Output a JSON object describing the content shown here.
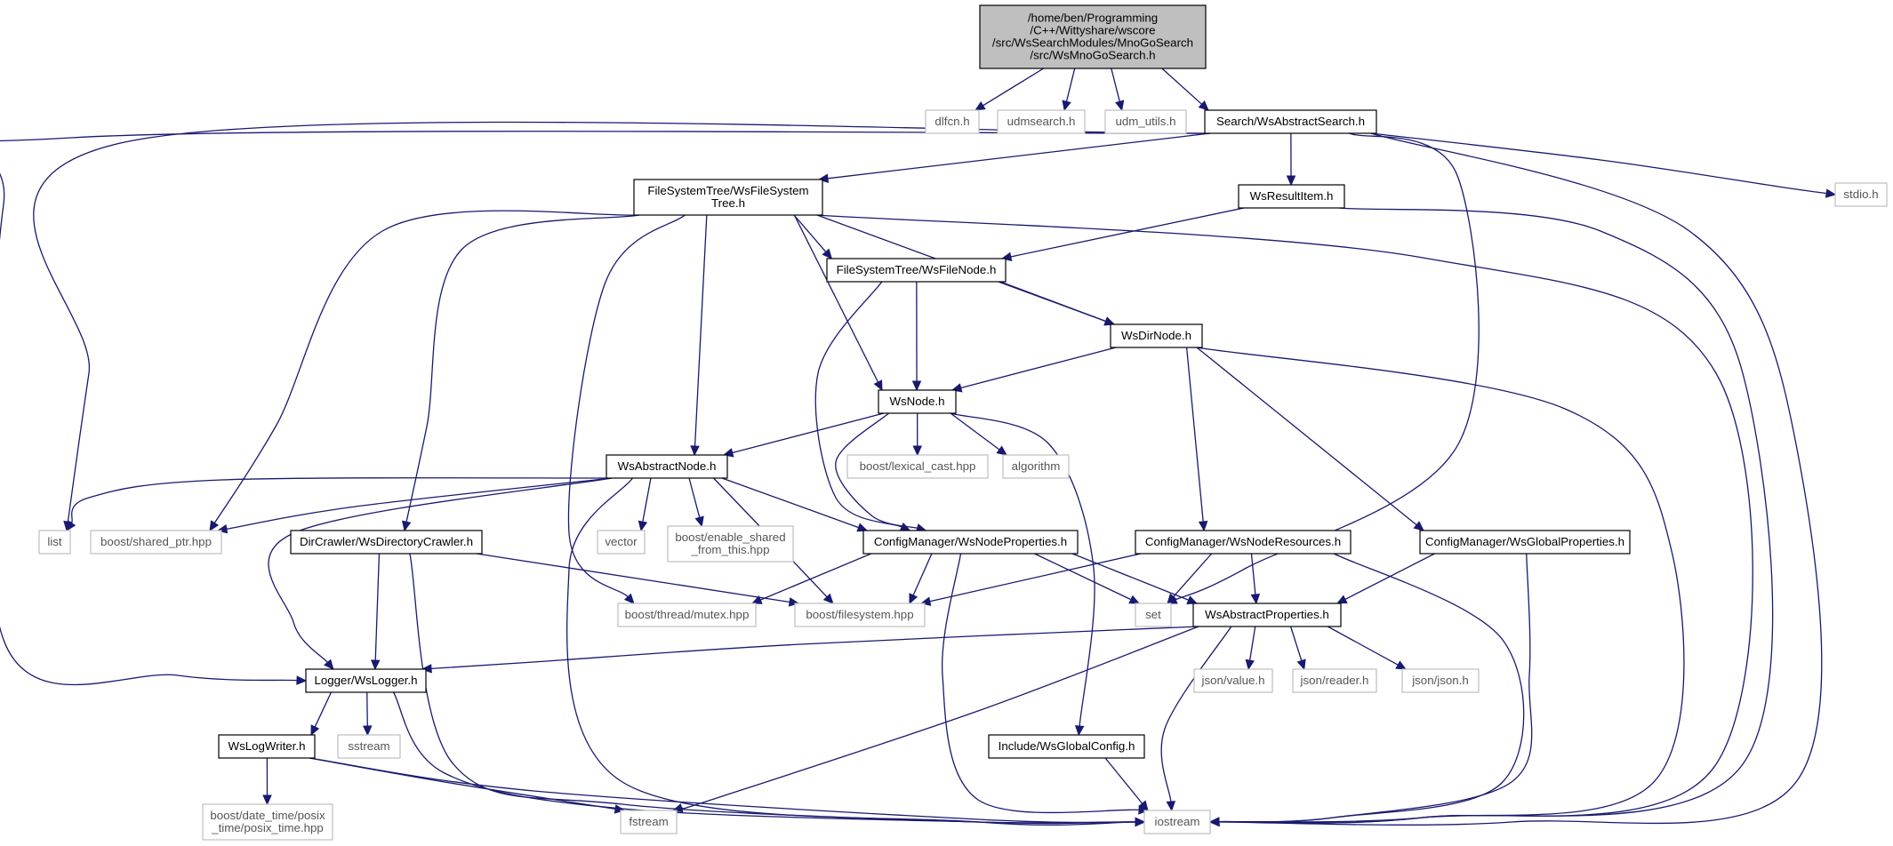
{
  "diagram": {
    "type": "include-dependency-graph",
    "colors": {
      "edge": "#191970",
      "main_fill": "#bfbfbf",
      "ext_border": "#bfbfbf",
      "doc_border": "#000000"
    },
    "nodes": [
      {
        "id": "root",
        "kind": "main",
        "lines": [
          "/home/ben/Programming",
          "/C++/Wittyshare/wscore",
          "/src/WsSearchModules/MnoGoSearch",
          "/src/WsMnoGoSearch.h"
        ]
      },
      {
        "id": "dlfcn",
        "kind": "ext",
        "lines": [
          "dlfcn.h"
        ]
      },
      {
        "id": "udmsearch",
        "kind": "ext",
        "lines": [
          "udmsearch.h"
        ]
      },
      {
        "id": "udm_utils",
        "kind": "ext",
        "lines": [
          "udm_utils.h"
        ]
      },
      {
        "id": "abstractsearch",
        "kind": "doc",
        "lines": [
          "Search/WsAbstractSearch.h"
        ]
      },
      {
        "id": "stdio",
        "kind": "ext",
        "lines": [
          "stdio.h"
        ]
      },
      {
        "id": "fstree",
        "kind": "doc",
        "lines": [
          "FileSystemTree/WsFileSystem",
          "Tree.h"
        ]
      },
      {
        "id": "resultitem",
        "kind": "doc",
        "lines": [
          "WsResultItem.h"
        ]
      },
      {
        "id": "filenode",
        "kind": "doc",
        "lines": [
          "FileSystemTree/WsFileNode.h"
        ]
      },
      {
        "id": "dirnode",
        "kind": "doc",
        "lines": [
          "WsDirNode.h"
        ]
      },
      {
        "id": "wsnode",
        "kind": "doc",
        "lines": [
          "WsNode.h"
        ]
      },
      {
        "id": "abstractnode",
        "kind": "doc",
        "lines": [
          "WsAbstractNode.h"
        ]
      },
      {
        "id": "lexical",
        "kind": "ext",
        "lines": [
          "boost/lexical_cast.hpp"
        ]
      },
      {
        "id": "algorithm",
        "kind": "ext",
        "lines": [
          "algorithm"
        ]
      },
      {
        "id": "list",
        "kind": "ext",
        "lines": [
          "list"
        ]
      },
      {
        "id": "sharedptr",
        "kind": "ext",
        "lines": [
          "boost/shared_ptr.hpp"
        ]
      },
      {
        "id": "dircrawler",
        "kind": "doc",
        "lines": [
          "DirCrawler/WsDirectoryCrawler.h"
        ]
      },
      {
        "id": "vector",
        "kind": "ext",
        "lines": [
          "vector"
        ]
      },
      {
        "id": "enableshared",
        "kind": "ext",
        "lines": [
          "boost/enable_shared",
          "_from_this.hpp"
        ]
      },
      {
        "id": "nodeprops",
        "kind": "doc",
        "lines": [
          "ConfigManager/WsNodeProperties.h"
        ]
      },
      {
        "id": "noderes",
        "kind": "doc",
        "lines": [
          "ConfigManager/WsNodeResources.h"
        ]
      },
      {
        "id": "globalprops",
        "kind": "doc",
        "lines": [
          "ConfigManager/WsGlobalProperties.h"
        ]
      },
      {
        "id": "mutex",
        "kind": "ext",
        "lines": [
          "boost/thread/mutex.hpp"
        ]
      },
      {
        "id": "filesystem",
        "kind": "ext",
        "lines": [
          "boost/filesystem.hpp"
        ]
      },
      {
        "id": "set",
        "kind": "ext",
        "lines": [
          "set"
        ]
      },
      {
        "id": "abstractprops",
        "kind": "doc",
        "lines": [
          "WsAbstractProperties.h"
        ]
      },
      {
        "id": "logger",
        "kind": "doc",
        "lines": [
          "Logger/WsLogger.h"
        ]
      },
      {
        "id": "jsonvalue",
        "kind": "ext",
        "lines": [
          "json/value.h"
        ]
      },
      {
        "id": "jsonreader",
        "kind": "ext",
        "lines": [
          "json/reader.h"
        ]
      },
      {
        "id": "jsonjson",
        "kind": "ext",
        "lines": [
          "json/json.h"
        ]
      },
      {
        "id": "sstream",
        "kind": "ext",
        "lines": [
          "sstream"
        ]
      },
      {
        "id": "logwriter",
        "kind": "doc",
        "lines": [
          "WsLogWriter.h"
        ]
      },
      {
        "id": "globalconfig",
        "kind": "doc",
        "lines": [
          "Include/WsGlobalConfig.h"
        ]
      },
      {
        "id": "posix",
        "kind": "ext",
        "lines": [
          "boost/date_time/posix",
          "_time/posix_time.hpp"
        ]
      },
      {
        "id": "fstream",
        "kind": "ext",
        "lines": [
          "fstream"
        ]
      },
      {
        "id": "iostream",
        "kind": "ext",
        "lines": [
          "iostream"
        ]
      }
    ],
    "edges": [
      [
        "root",
        "dlfcn"
      ],
      [
        "root",
        "udmsearch"
      ],
      [
        "root",
        "udm_utils"
      ],
      [
        "root",
        "abstractsearch"
      ],
      [
        "abstractsearch",
        "stdio"
      ],
      [
        "abstractsearch",
        "fstree"
      ],
      [
        "abstractsearch",
        "resultitem"
      ],
      [
        "abstractsearch",
        "list"
      ],
      [
        "abstractsearch",
        "logger"
      ],
      [
        "abstractsearch",
        "set"
      ],
      [
        "abstractsearch",
        "iostream"
      ],
      [
        "fstree",
        "filenode"
      ],
      [
        "fstree",
        "dirnode"
      ],
      [
        "fstree",
        "wsnode"
      ],
      [
        "fstree",
        "abstractnode"
      ],
      [
        "fstree",
        "sharedptr"
      ],
      [
        "fstree",
        "dircrawler"
      ],
      [
        "fstree",
        "mutex"
      ],
      [
        "fstree",
        "iostream"
      ],
      [
        "resultitem",
        "filenode"
      ],
      [
        "resultitem",
        "iostream"
      ],
      [
        "filenode",
        "dirnode"
      ],
      [
        "filenode",
        "wsnode"
      ],
      [
        "filenode",
        "nodeprops"
      ],
      [
        "dirnode",
        "wsnode"
      ],
      [
        "dirnode",
        "noderes"
      ],
      [
        "dirnode",
        "globalprops"
      ],
      [
        "dirnode",
        "iostream"
      ],
      [
        "wsnode",
        "abstractnode"
      ],
      [
        "wsnode",
        "lexical"
      ],
      [
        "wsnode",
        "algorithm"
      ],
      [
        "wsnode",
        "nodeprops"
      ],
      [
        "wsnode",
        "globalconfig"
      ],
      [
        "abstractnode",
        "list"
      ],
      [
        "abstractnode",
        "sharedptr"
      ],
      [
        "abstractnode",
        "vector"
      ],
      [
        "abstractnode",
        "enableshared"
      ],
      [
        "abstractnode",
        "nodeprops"
      ],
      [
        "abstractnode",
        "filesystem"
      ],
      [
        "abstractnode",
        "logger"
      ],
      [
        "abstractnode",
        "iostream"
      ],
      [
        "dircrawler",
        "filesystem"
      ],
      [
        "dircrawler",
        "logger"
      ],
      [
        "dircrawler",
        "iostream"
      ],
      [
        "nodeprops",
        "mutex"
      ],
      [
        "nodeprops",
        "filesystem"
      ],
      [
        "nodeprops",
        "set"
      ],
      [
        "nodeprops",
        "abstractprops"
      ],
      [
        "nodeprops",
        "iostream"
      ],
      [
        "noderes",
        "filesystem"
      ],
      [
        "noderes",
        "set"
      ],
      [
        "noderes",
        "abstractprops"
      ],
      [
        "noderes",
        "iostream"
      ],
      [
        "globalprops",
        "abstractprops"
      ],
      [
        "globalprops",
        "iostream"
      ],
      [
        "abstractprops",
        "logger"
      ],
      [
        "abstractprops",
        "jsonvalue"
      ],
      [
        "abstractprops",
        "jsonreader"
      ],
      [
        "abstractprops",
        "jsonjson"
      ],
      [
        "abstractprops",
        "fstream"
      ],
      [
        "abstractprops",
        "iostream"
      ],
      [
        "logger",
        "logwriter"
      ],
      [
        "logger",
        "sstream"
      ],
      [
        "logger",
        "iostream"
      ],
      [
        "logwriter",
        "posix"
      ],
      [
        "logwriter",
        "fstream"
      ],
      [
        "logwriter",
        "iostream"
      ],
      [
        "globalconfig",
        "iostream"
      ]
    ]
  }
}
